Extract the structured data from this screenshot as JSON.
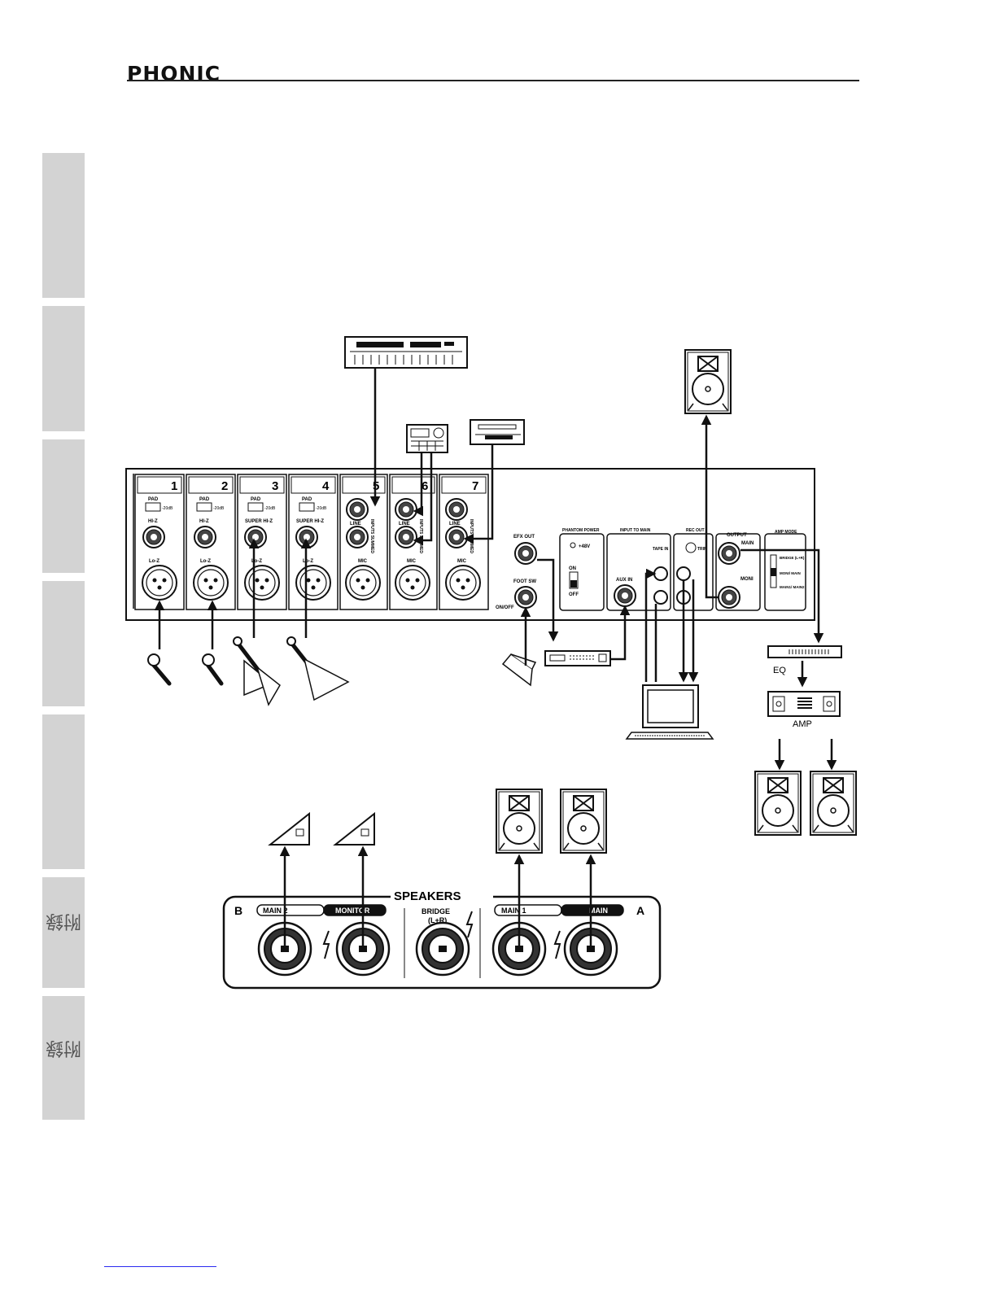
{
  "header": {
    "brand": "PHONIC"
  },
  "side_tabs": [
    {
      "label": ""
    },
    {
      "label": ""
    },
    {
      "label": ""
    },
    {
      "label": ""
    },
    {
      "label": ""
    },
    {
      "label": "附錄"
    },
    {
      "label": "附錄"
    }
  ],
  "mixer": {
    "channels": [
      {
        "num": "1",
        "pad": "PAD",
        "pad_db": "-20dB",
        "hiz": "HI-Z",
        "loz": "Lo-Z"
      },
      {
        "num": "2",
        "pad": "PAD",
        "pad_db": "-20dB",
        "hiz": "HI-Z",
        "loz": "Lo-Z"
      },
      {
        "num": "3",
        "pad": "PAD",
        "pad_db": "-20dB",
        "hiz": "SUPER HI-Z",
        "loz": "Lo-Z"
      },
      {
        "num": "4",
        "pad": "PAD",
        "pad_db": "-20dB",
        "hiz": "SUPER HI-Z",
        "loz": "Lo-Z"
      },
      {
        "num": "5",
        "line": "LINE",
        "summed": "INPUTS SUMMED",
        "mic": "MIC"
      },
      {
        "num": "6",
        "line": "LINE",
        "summed": "INPUTS SUMMED",
        "mic": "MIC"
      },
      {
        "num": "7",
        "line": "LINE",
        "summed": "INPUTS SUMMED",
        "mic": "MIC"
      }
    ],
    "efx_out": "EFX OUT",
    "foot_sw": "FOOT SW",
    "on_off": "ON/OFF",
    "phantom": "PHANTOM POWER",
    "phantom_v": "+48V",
    "on": "ON",
    "off": "OFF",
    "input_to_main": "INPUT TO MAIN",
    "aux_in": "AUX IN",
    "tape_in": "TAPE IN",
    "rec_out": "REC OUT",
    "trim": "TRIM",
    "output": "OUTPUT",
    "main": "MAIN",
    "moni": "MONI",
    "amp_mode": "AMP MODE",
    "bridge_lr": "BRIDGE (L+R)",
    "moni_main": "MONI/ MAIN",
    "main1_main2": "MAIN1/ MAIN2"
  },
  "devices": {
    "eq": "EQ",
    "amp": "AMP"
  },
  "speaker_panel": {
    "title": "SPEAKERS",
    "b": "B",
    "a": "A",
    "main2": "MAIN 2",
    "monitor": "MONITOR",
    "bridge": "BRIDGE",
    "bridge_lr": "(L+R)",
    "main1": "MAIN 1",
    "main": "MAIN"
  }
}
